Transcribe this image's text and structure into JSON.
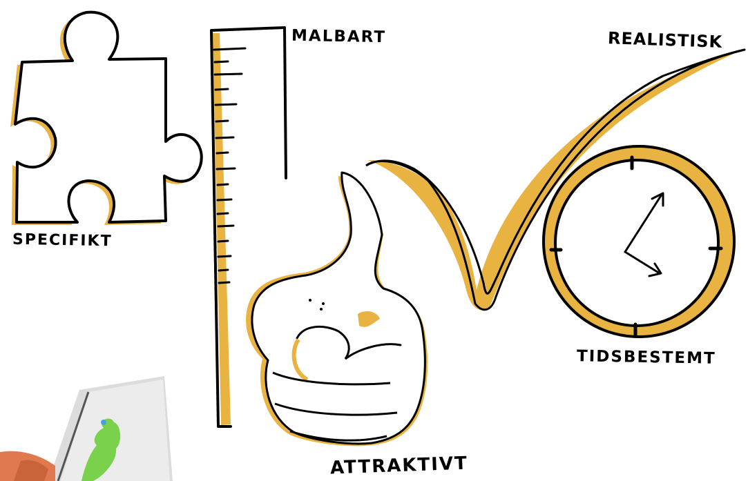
{
  "labels": {
    "specific": "SPECIFIKT",
    "measurable": "MALBART",
    "realistic": "REALISTISK",
    "time_bound": "TIDSBESTEMT",
    "attractive": "ATTRAKTIVT"
  },
  "colors": {
    "ink": "#000000",
    "accent": "#e8b340",
    "background": "#ffffff"
  },
  "icons": {
    "specific": "puzzle-piece-icon",
    "measurable": "ruler-icon",
    "attractive": "thumbs-up-icon",
    "realistic": "checkmark-icon",
    "time_bound": "clock-icon"
  }
}
